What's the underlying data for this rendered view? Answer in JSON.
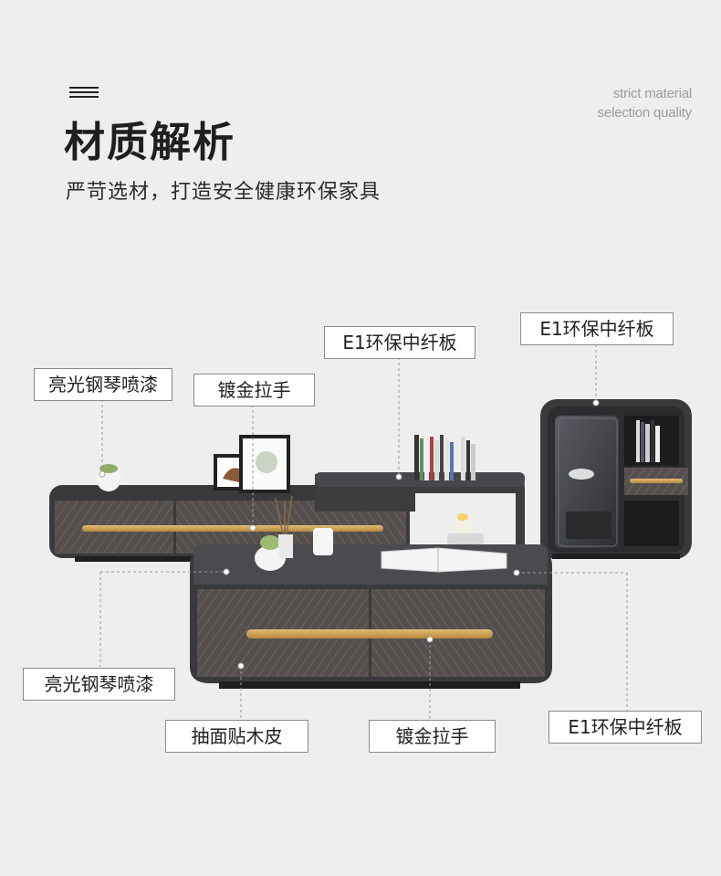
{
  "header": {
    "title": "材质解析",
    "subtitle": "严苛选材，打造安全健康环保家具",
    "tagline_line1": "strict material",
    "tagline_line2": "selection quality",
    "menu_icon": "hamburger-menu-icon"
  },
  "callouts": {
    "tv_paint": "亮光钢琴喷漆",
    "tv_handle": "镀金拉手",
    "tv_board": "E1环保中纤板",
    "cabinet_board": "E1环保中纤板",
    "table_paint": "亮光钢琴喷漆",
    "table_drawer": "抽面贴木皮",
    "table_handle": "镀金拉手",
    "table_board": "E1环保中纤板"
  },
  "colors": {
    "background": "#eeeeee",
    "furniture_dark": "#3a3a3d",
    "wood_grain": "#56504e",
    "gold_handle": "#c79a4e"
  }
}
